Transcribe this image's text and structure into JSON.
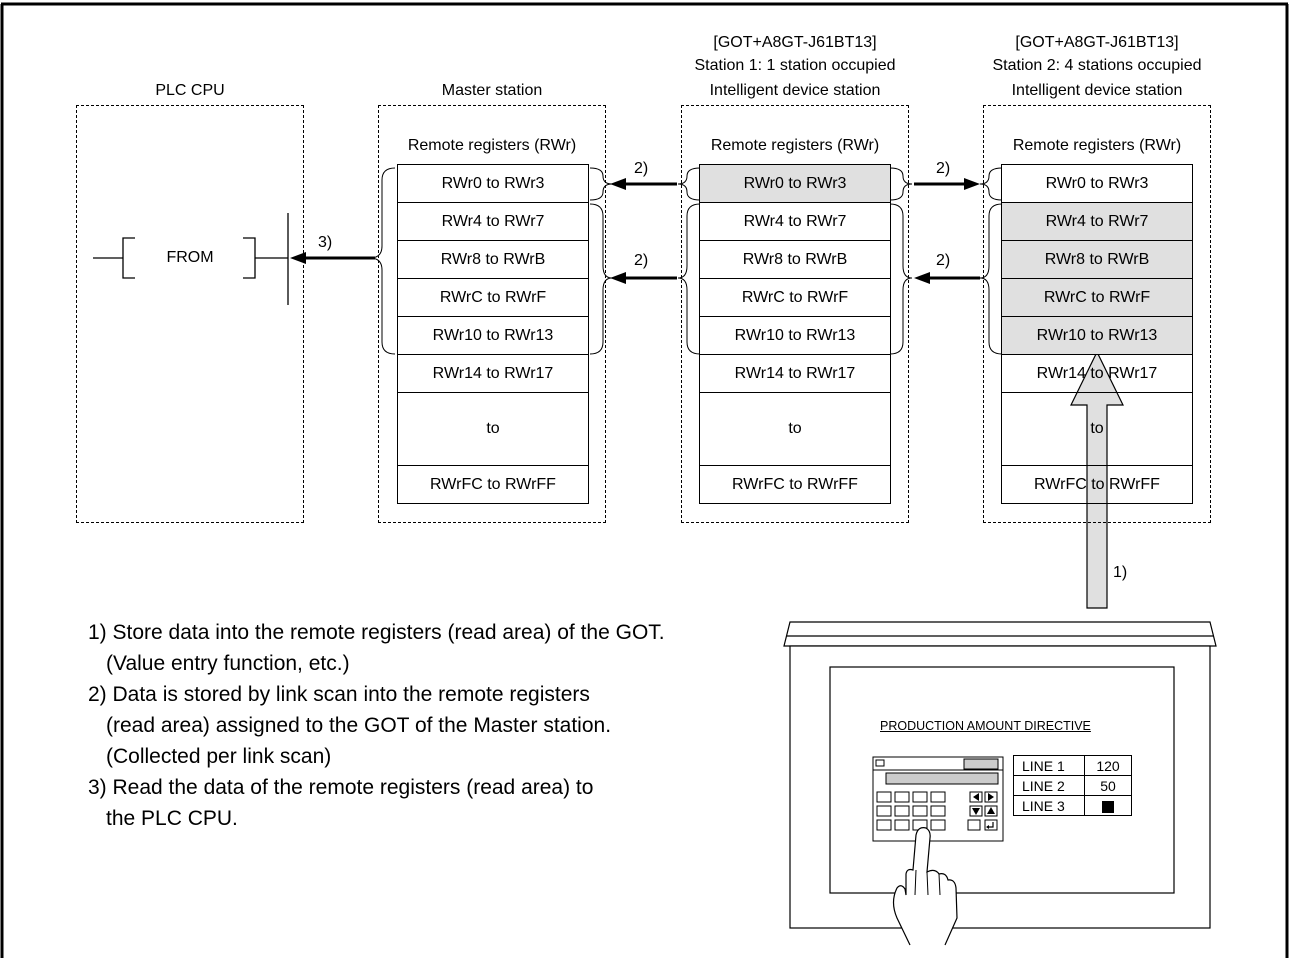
{
  "plc": {
    "title": "PLC CPU",
    "instruction": "FROM"
  },
  "master": {
    "title": "Master station",
    "header": "Remote registers (RWr)",
    "rows": [
      "RWr0 to RWr3",
      "RWr4 to RWr7",
      "RWr8 to RWrB",
      "RWrC to RWrF",
      "RWr10 to RWr13",
      "RWr14 to RWr17",
      "to",
      "RWrFC to RWrFF"
    ]
  },
  "station1": {
    "title_lines": [
      "[GOT+A8GT-J61BT13]",
      "Station 1: 1 station occupied",
      "Intelligent device station"
    ],
    "header": "Remote registers (RWr)",
    "rows": [
      "RWr0 to RWr3",
      "RWr4 to RWr7",
      "RWr8 to RWrB",
      "RWrC to RWrF",
      "RWr10 to RWr13",
      "RWr14 to RWr17",
      "to",
      "RWrFC to RWrFF"
    ],
    "highlighted": [
      0
    ]
  },
  "station2": {
    "title_lines": [
      "[GOT+A8GT-J61BT13]",
      "Station 2: 4 stations occupied",
      "Intelligent device station"
    ],
    "header": "Remote registers (RWr)",
    "rows": [
      "RWr0 to RWr3",
      "RWr4 to RWr7",
      "RWr8 to RWrB",
      "RWrC to RWrF",
      "RWr10 to RWr13",
      "RWr14 to RWr17",
      "to",
      "RWrFC to RWrFF"
    ],
    "highlighted": [
      1,
      2,
      3,
      4
    ]
  },
  "step_labels": {
    "s1": "1)",
    "s2": "2)",
    "s3": "3)"
  },
  "notes": [
    "1) Store data into the remote registers (read area) of the GOT.",
    "(Value entry function, etc.)",
    "2) Data is stored by link scan into the remote registers",
    "(read area) assigned to the GOT of the Master station.",
    "(Collected per link scan)",
    "3) Read the data of the remote registers (read area) to",
    "the PLC CPU."
  ],
  "got_screen": {
    "title": "PRODUCTION AMOUNT DIRECTIVE",
    "lines": [
      {
        "name": "LINE 1",
        "value": "120"
      },
      {
        "name": "LINE 2",
        "value": "50"
      },
      {
        "name": "LINE 3",
        "value": ""
      }
    ]
  },
  "colors": {
    "highlight": "#e0e0e0",
    "line": "#000000"
  }
}
